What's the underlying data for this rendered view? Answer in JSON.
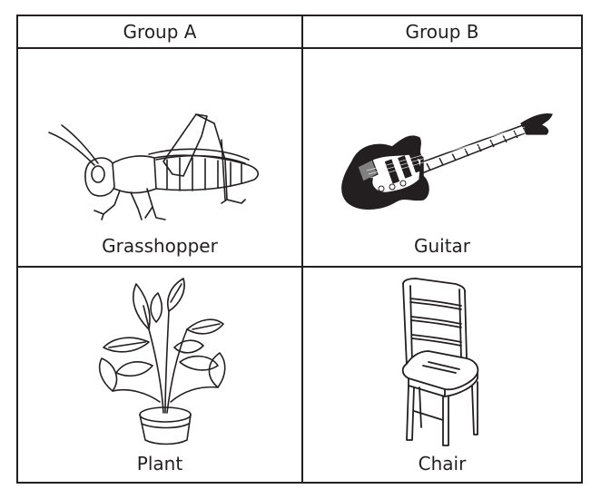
{
  "table": {
    "headers": [
      "Group A",
      "Group B"
    ],
    "cells": [
      {
        "label": "Grasshopper",
        "icon": "grasshopper-icon"
      },
      {
        "label": "Guitar",
        "icon": "guitar-icon"
      },
      {
        "label": "Plant",
        "icon": "plant-icon"
      },
      {
        "label": "Chair",
        "icon": "chair-icon"
      }
    ]
  },
  "colors": {
    "line": "#231f20",
    "background": "#ffffff"
  }
}
